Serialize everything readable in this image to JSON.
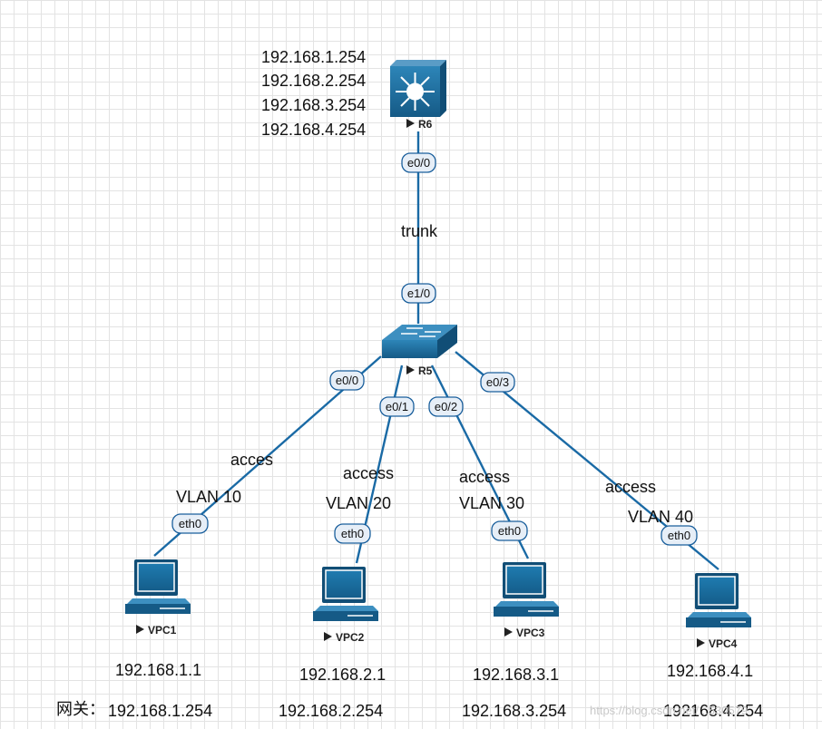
{
  "colors": {
    "device_blue": "#1b6c9e",
    "link_blue": "#1a6aa5",
    "grid": "#e3e3e3"
  },
  "router": {
    "name": "R6",
    "port": "e0/0",
    "ip_list": [
      "192.168.1.254",
      "192.168.2.254",
      "192.168.3.254",
      "192.168.4.254"
    ]
  },
  "trunk_label": "trunk",
  "switch": {
    "name": "R5",
    "uplink_port": "e1/0",
    "ports": [
      "e0/0",
      "e0/1",
      "e0/2",
      "e0/3"
    ]
  },
  "pcs": [
    {
      "name": "VPC1",
      "port": "eth0",
      "mode": "acces",
      "vlan": "VLAN 10",
      "ip": "192.168.1.1",
      "gateway": "192.168.1.254"
    },
    {
      "name": "VPC2",
      "port": "eth0",
      "mode": "access",
      "vlan": "VLAN 20",
      "ip": "192.168.2.1",
      "gateway": "192.168.2.254"
    },
    {
      "name": "VPC3",
      "port": "eth0",
      "mode": "access",
      "vlan": "VLAN 30",
      "ip": "192.168.3.1",
      "gateway": "192.168.3.254"
    },
    {
      "name": "VPC4",
      "port": "eth0",
      "mode": "access",
      "vlan": "VLAN 40",
      "ip": "192.168.4.1",
      "gateway": "192168.4.254"
    }
  ],
  "gateway_label": "网关：",
  "watermark": "https://blog.csdn.net/...530579"
}
